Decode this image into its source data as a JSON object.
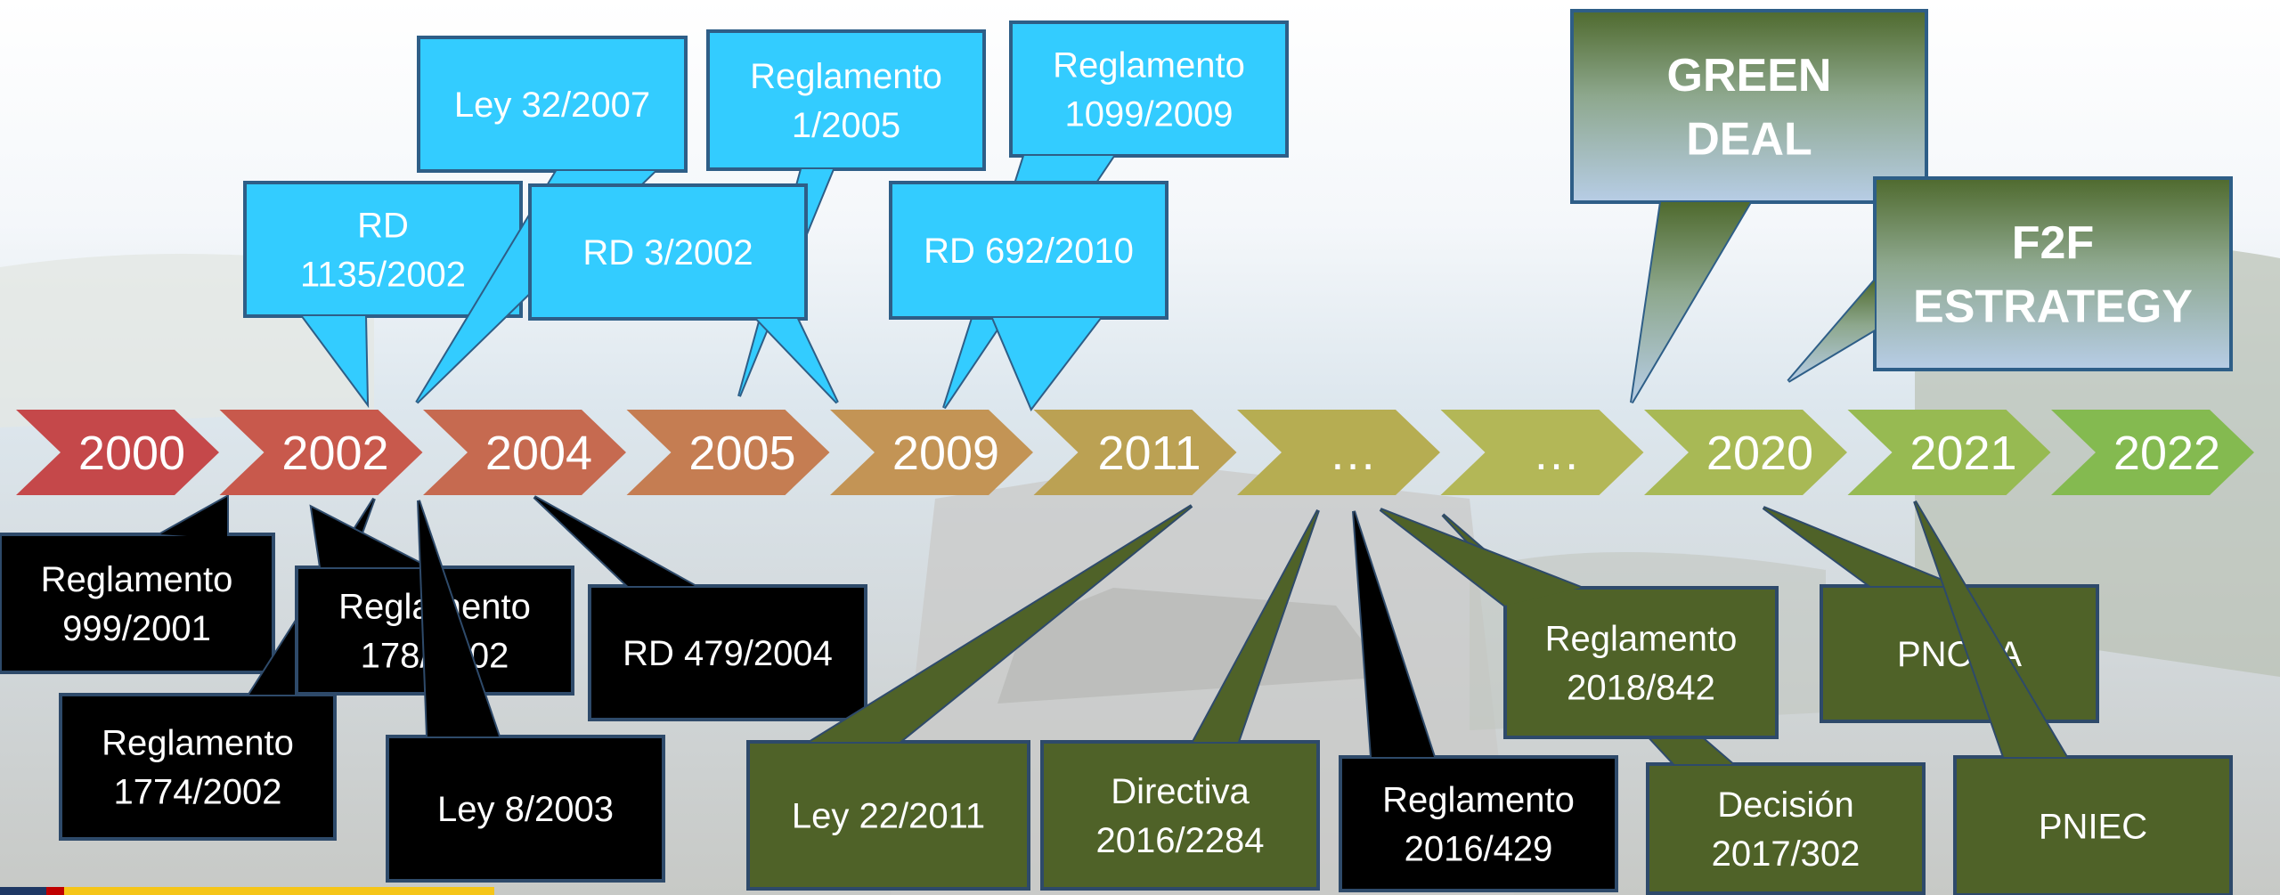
{
  "timeline": {
    "years": [
      "2000",
      "2002",
      "2004",
      "2005",
      "2009",
      "2011",
      "…",
      "…",
      "2020",
      "2021",
      "2022"
    ],
    "colors": [
      "#c5484a",
      "#c8594c",
      "#c66a50",
      "#c57d52",
      "#c39455",
      "#bba153",
      "#b6ad52",
      "#b3b757",
      "#a8b955",
      "#97ba52",
      "#84ba50"
    ]
  },
  "callouts_top": [
    {
      "id": "rd-1135-2002",
      "lines": [
        "RD",
        "1135/2002"
      ]
    },
    {
      "id": "ley-32-2007",
      "lines": [
        "Ley 32/2007"
      ]
    },
    {
      "id": "reglamento-1-2005",
      "lines": [
        "Reglamento",
        "1/2005"
      ]
    },
    {
      "id": "rd-3-2002",
      "lines": [
        "RD 3/2002"
      ]
    },
    {
      "id": "reglamento-1099-2009",
      "lines": [
        "Reglamento",
        "1099/2009"
      ]
    },
    {
      "id": "rd-692-2010",
      "lines": [
        "RD 692/2010"
      ]
    }
  ],
  "callouts_policy": [
    {
      "id": "green-deal",
      "lines": [
        "GREEN",
        "DEAL"
      ]
    },
    {
      "id": "f2f-estrategy",
      "lines": [
        "F2F",
        "ESTRATEGY"
      ]
    }
  ],
  "callouts_black": [
    {
      "id": "reglamento-999-2001",
      "lines": [
        "Reglamento",
        "999/2001"
      ]
    },
    {
      "id": "reglamento-1774-2002",
      "lines": [
        "Reglamento",
        "1774/2002"
      ]
    },
    {
      "id": "reglamento-178-2002",
      "lines": [
        "Reglamento",
        "178/2002"
      ]
    },
    {
      "id": "ley-8-2003",
      "lines": [
        "Ley 8/2003"
      ]
    },
    {
      "id": "rd-479-2004",
      "lines": [
        "RD 479/2004"
      ]
    },
    {
      "id": "reglamento-2016-429",
      "lines": [
        "Reglamento",
        "2016/429"
      ]
    }
  ],
  "callouts_green": [
    {
      "id": "ley-22-2011",
      "lines": [
        "Ley  22/2011"
      ]
    },
    {
      "id": "directiva-2016-2284",
      "lines": [
        "Directiva",
        "2016/2284"
      ]
    },
    {
      "id": "reglamento-2018-842",
      "lines": [
        "Reglamento",
        "2018/842"
      ]
    },
    {
      "id": "decision-2017-302",
      "lines": [
        "Decisión",
        "2017/302"
      ]
    },
    {
      "id": "pncca",
      "lines": [
        "PNCCA"
      ]
    },
    {
      "id": "pniec",
      "lines": [
        "PNIEC"
      ]
    }
  ],
  "colors": {
    "cyan_fill": "#33ccff",
    "cyan_stroke": "#2e5e87",
    "black_fill": "#000000",
    "green_fill": "#4f6228",
    "policy_top": "#4f6a2e",
    "policy_bottom": "#b7cde6"
  }
}
